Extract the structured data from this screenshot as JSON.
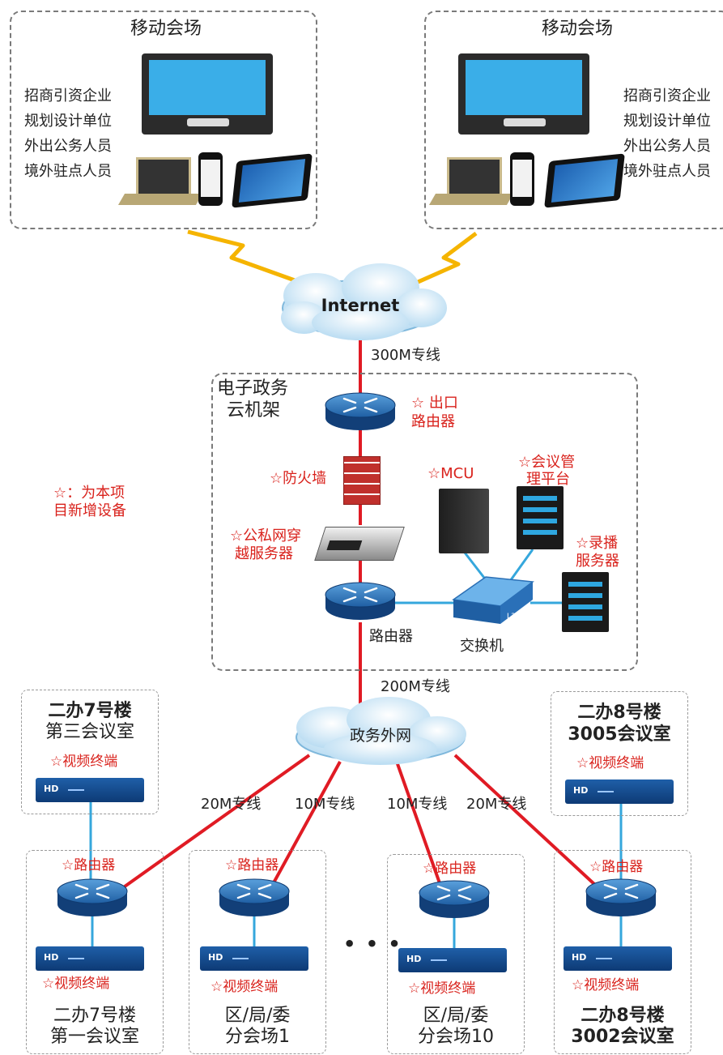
{
  "mobile_venues": [
    {
      "title": "移动会场",
      "users": [
        "招商引资企业",
        "规划设计单位",
        "外出公务人员",
        "境外驻点人员"
      ]
    },
    {
      "title": "移动会场",
      "users": [
        "招商引资企业",
        "规划设计单位",
        "外出公务人员",
        "境外驻点人员"
      ]
    }
  ],
  "internet": {
    "label": "Internet",
    "uplink": "300M专线"
  },
  "cloud_rack": {
    "title_line1": "电子政务",
    "title_line2": "云机架",
    "exit_router": [
      "☆ 出口",
      "路由器"
    ],
    "firewall": "☆防火墙",
    "nat_server": [
      "☆公私网穿",
      "越服务器"
    ],
    "mcu": "☆MCU",
    "mgmt_platform": [
      "☆会议管",
      "理平台"
    ],
    "recording_server": [
      "☆录播",
      "服务器"
    ],
    "router": "路由器",
    "switch": "交换机",
    "switch_badge": "L3",
    "downlink": "200M专线"
  },
  "legend": [
    "☆：为本项",
    "目新增设备"
  ],
  "gov_network": {
    "label": "政务外网"
  },
  "top_rooms": [
    {
      "line1": "二办7号楼",
      "line2": "第三会议室",
      "terminal": "☆视频终端"
    },
    {
      "line1": "二办8号楼",
      "line2": "3005会议室",
      "terminal": "☆视频终端"
    }
  ],
  "link_labels": [
    "20M专线",
    "10M专线",
    "10M专线",
    "20M专线"
  ],
  "sites": [
    {
      "router": "☆路由器",
      "terminal": "☆视频终端",
      "line1": "二办7号楼",
      "line2": "第一会议室"
    },
    {
      "router": "☆路由器",
      "terminal": "☆视频终端",
      "line1": "区/局/委",
      "line2": "分会场1"
    },
    {
      "router": "☆路由器",
      "terminal": "☆视频终端",
      "line1": "区/局/委",
      "line2": "分会场10"
    },
    {
      "router": "☆路由器",
      "terminal": "☆视频终端",
      "line1": "二办8号楼",
      "line2": "3002会议室"
    }
  ],
  "hd_label": "HD",
  "ellipsis": "• • •",
  "colors": {
    "red_link": "#e01b24",
    "blue_link": "#35a7dc",
    "annotation": "#d9221c",
    "lightning": "#f5b400"
  }
}
